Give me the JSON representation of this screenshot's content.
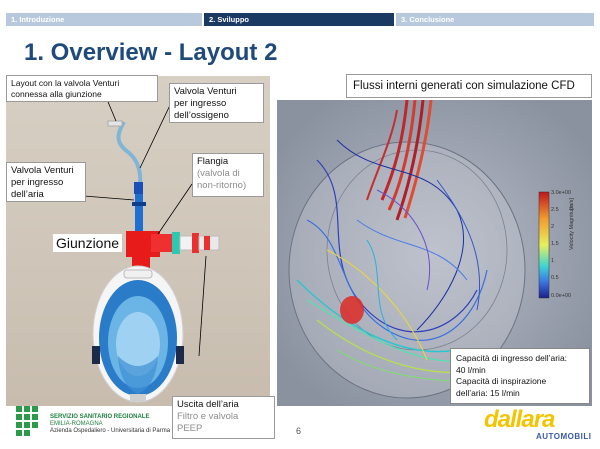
{
  "progress_tabs": [
    {
      "label": "1. Introduzione",
      "active": false
    },
    {
      "label": "2. Sviluppo",
      "active": true
    },
    {
      "label": "3. Conclusione",
      "active": false
    }
  ],
  "page_title": "1. Overview - Layout 2",
  "callouts": {
    "layout_line1": "Layout con la valvola Venturi",
    "layout_line2": "connessa alla giunzione",
    "venturi_o2_line1": "Valvola Venturi",
    "venturi_o2_line2": "per ingresso",
    "venturi_o2_line3": "dell’ossigeno",
    "venturi_air_line1": "Valvola Venturi",
    "venturi_air_line2": "per ingresso",
    "venturi_air_line3": "dell’aria",
    "flangia_line1": "Flangia",
    "flangia_line2": "(valvola di",
    "flangia_line3": "non-ritorno)",
    "giunzione": "Giunzione",
    "uscita_line1": "Uscita dell’aria",
    "uscita_line2": "Filtro e valvola",
    "uscita_line3": "PEEP"
  },
  "cfd": {
    "title": "Flussi interni generati con simulazione CFD",
    "scale_label": "Velocity Magnitude",
    "scale_unit": "[m/s]",
    "scale_ticks": [
      "3.0e+00",
      "2.5",
      "2",
      "1.5",
      "1",
      "0.5",
      "0.0e+00"
    ],
    "info_line1": "Capacità di ingresso dell’aria:",
    "info_line2": "40 l/min",
    "info_line3": "Capacità di inspirazione",
    "info_line4": "dell’aria: 15 l/min"
  },
  "footer": {
    "left_logo_line1": "SERVIZIO SANITARIO REGIONALE",
    "left_logo_line2": "EMILIA-ROMAGNA",
    "left_logo_line3": "Azienda Ospedaliero - Universitaria di Parma",
    "page_number": "6",
    "right_logo": "dallara",
    "right_logo_sub": "AUTOMOBILI"
  },
  "colors": {
    "tab_active": "#1b3a63",
    "tab_inactive": "#b9c9dd",
    "title": "#1f4a7c",
    "dallara_yellow": "#f2c500",
    "automobili_blue": "#3a5aa8"
  }
}
